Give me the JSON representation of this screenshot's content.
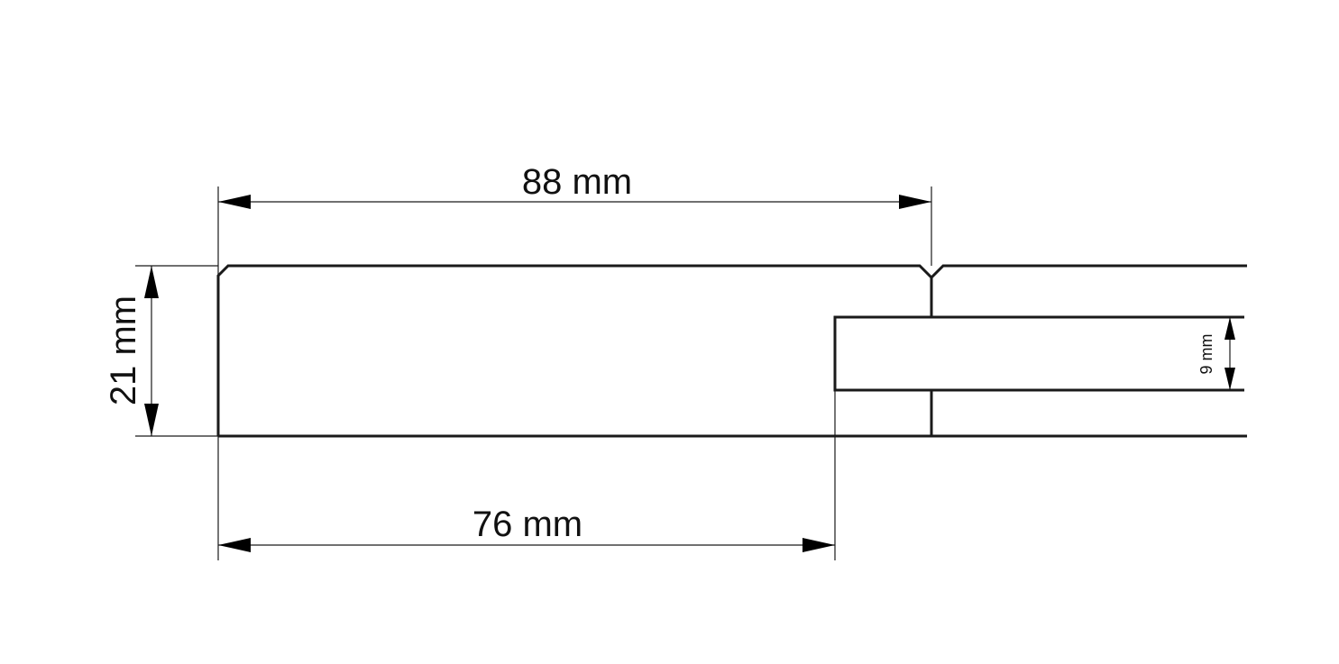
{
  "dimensions": {
    "total_width": "88 mm",
    "visible_width": "76 mm",
    "thickness": "21 mm",
    "tongue_thickness": "9 mm"
  }
}
